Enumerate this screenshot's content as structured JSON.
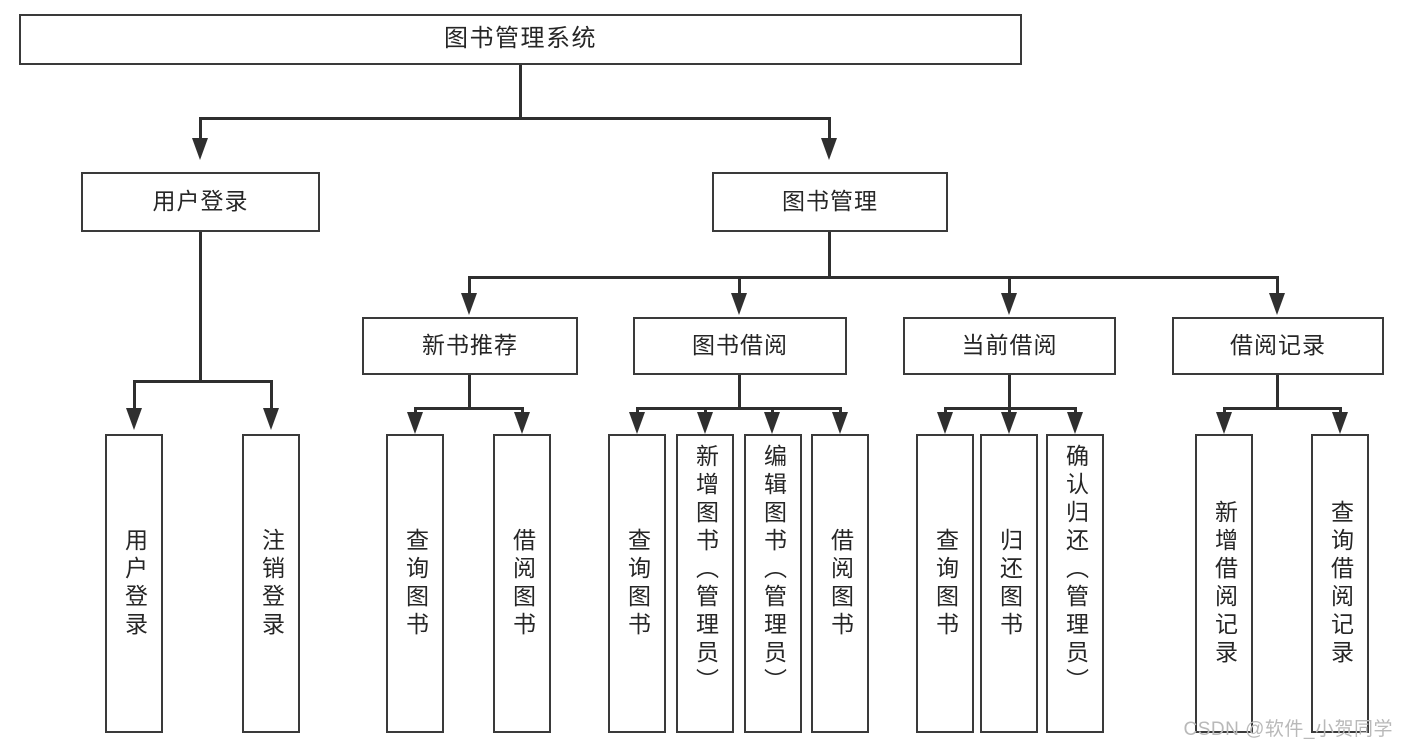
{
  "diagram": {
    "type": "tree",
    "title": "图书管理系统",
    "colors": {
      "box_border": "#3a3a3a",
      "connector": "#2f2f2f",
      "background": "#ffffff",
      "text": "#262626",
      "watermark": "#b9b9b9"
    },
    "root": {
      "label": "图书管理系统"
    },
    "level2": [
      {
        "label": "用户登录"
      },
      {
        "label": "图书管理"
      }
    ],
    "level3": [
      {
        "label": "新书推荐"
      },
      {
        "label": "图书借阅"
      },
      {
        "label": "当前借阅"
      },
      {
        "label": "借阅记录"
      }
    ],
    "leaves": {
      "user_login": [
        {
          "label": "用户登录"
        },
        {
          "label": "注销登录"
        }
      ],
      "new_book_recommend": [
        {
          "label": "查询图书"
        },
        {
          "label": "借阅图书"
        }
      ],
      "book_borrow": [
        {
          "label": "查询图书"
        },
        {
          "label": "新增图书（管理员）"
        },
        {
          "label": "编辑图书（管理员）"
        },
        {
          "label": "借阅图书"
        }
      ],
      "current_borrow": [
        {
          "label": "查询图书"
        },
        {
          "label": "归还图书"
        },
        {
          "label": "确认归还（管理员）"
        }
      ],
      "borrow_record": [
        {
          "label": "新增借阅记录"
        },
        {
          "label": "查询借阅记录"
        }
      ]
    }
  },
  "watermark": {
    "text": "CSDN @软件_小贺同学"
  }
}
